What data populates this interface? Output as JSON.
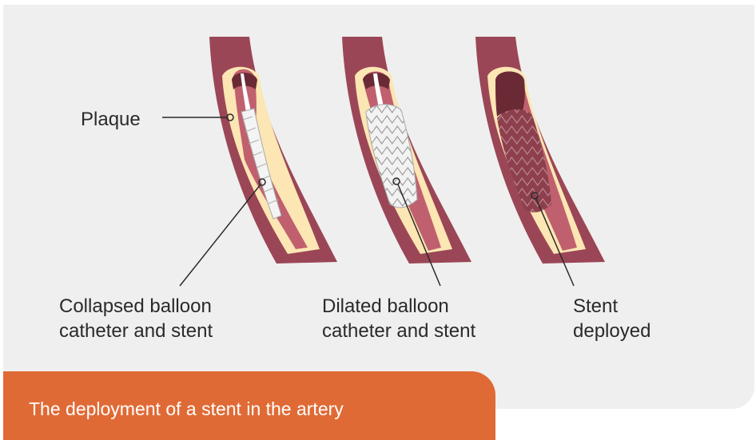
{
  "labels": {
    "plaque": "Plaque",
    "collapsed": [
      "Collapsed balloon",
      "catheter and stent"
    ],
    "dilated": [
      "Dilated balloon",
      "catheter and stent"
    ],
    "deployed": [
      "Stent",
      "deployed"
    ]
  },
  "caption": "The deployment of a stent in the artery",
  "colors": {
    "background_panel": "#efefef",
    "artery_wall": "#9b4656",
    "artery_inner": "#c0606e",
    "plaque": "#fbe6b4",
    "lumen": "#6a2a35",
    "caption_bar": "#e06a35"
  }
}
